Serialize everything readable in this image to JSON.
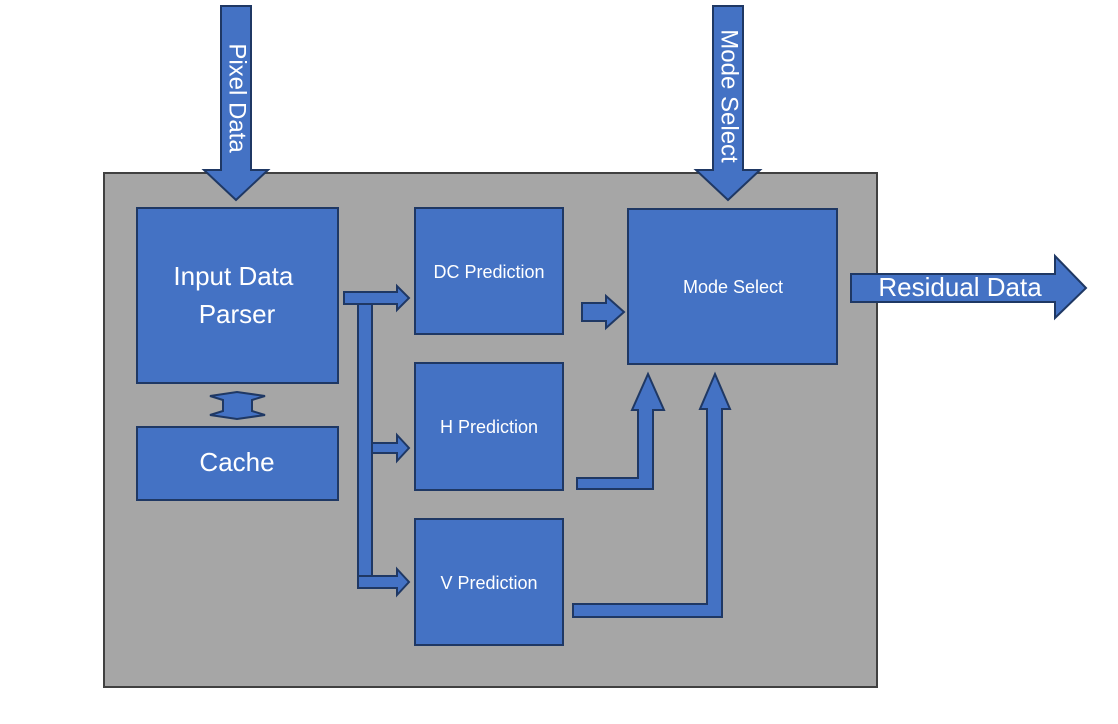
{
  "labels": {
    "pixel_data": "Pixel Data",
    "mode_select_in": "Mode Select",
    "residual_data": "Residual Data",
    "input_parser_line1": "Input Data",
    "input_parser_line2": "Parser",
    "cache": "Cache",
    "dc_prediction": "DC Prediction",
    "h_prediction": "H Prediction",
    "v_prediction": "V Prediction",
    "mode_select_block": "Mode Select"
  },
  "colors": {
    "block_fill": "#4472c4",
    "block_border": "#1f3864",
    "container_fill": "#a6a6a6",
    "text": "#ffffff"
  }
}
